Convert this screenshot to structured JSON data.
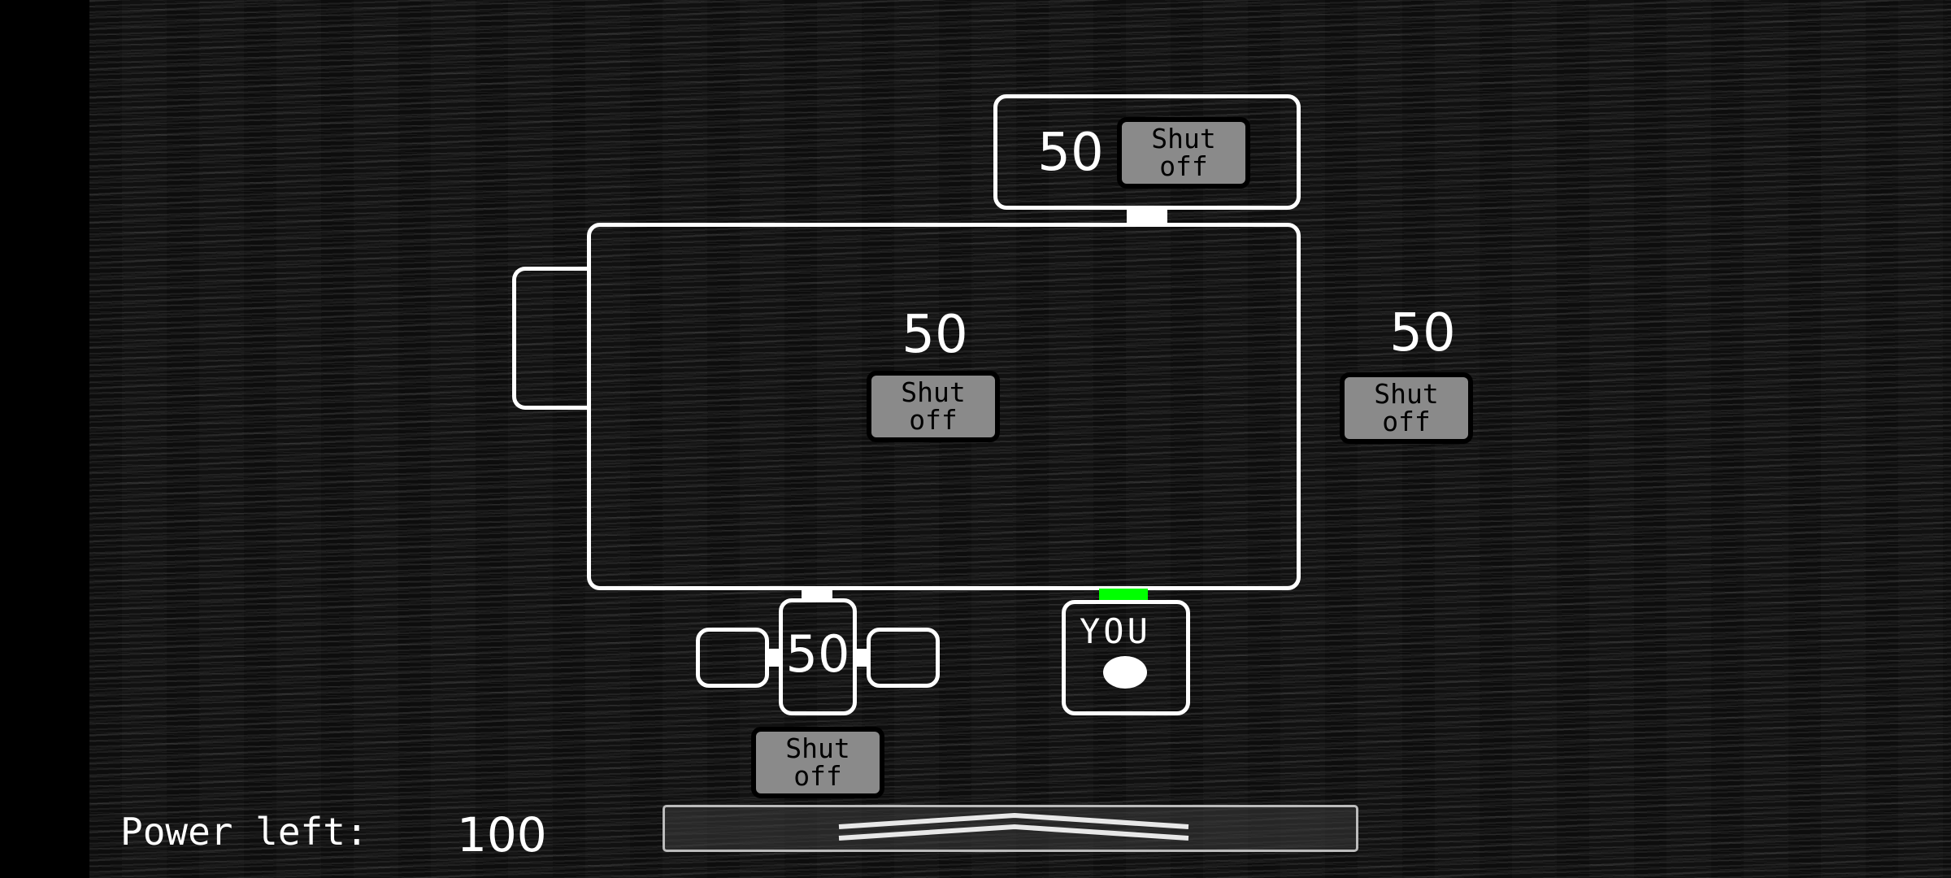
{
  "rooms": {
    "top": {
      "power": "50",
      "button_label": "Shut\noff"
    },
    "main": {
      "power": "50",
      "button_label": "Shut\noff"
    },
    "right": {
      "power": "50",
      "button_label": "Shut\noff"
    },
    "bottom": {
      "power": "50",
      "button_label": "Shut\noff"
    }
  },
  "office": {
    "label": "YOU"
  },
  "power": {
    "label": "Power left:",
    "value": "100"
  },
  "colors": {
    "door_open": "#00ff00",
    "button": "#8a8a8a",
    "outline": "#ffffff"
  },
  "icons": {
    "monitor_toggle": "double-chevron-up-icon",
    "player_marker": "player-dot-icon"
  }
}
